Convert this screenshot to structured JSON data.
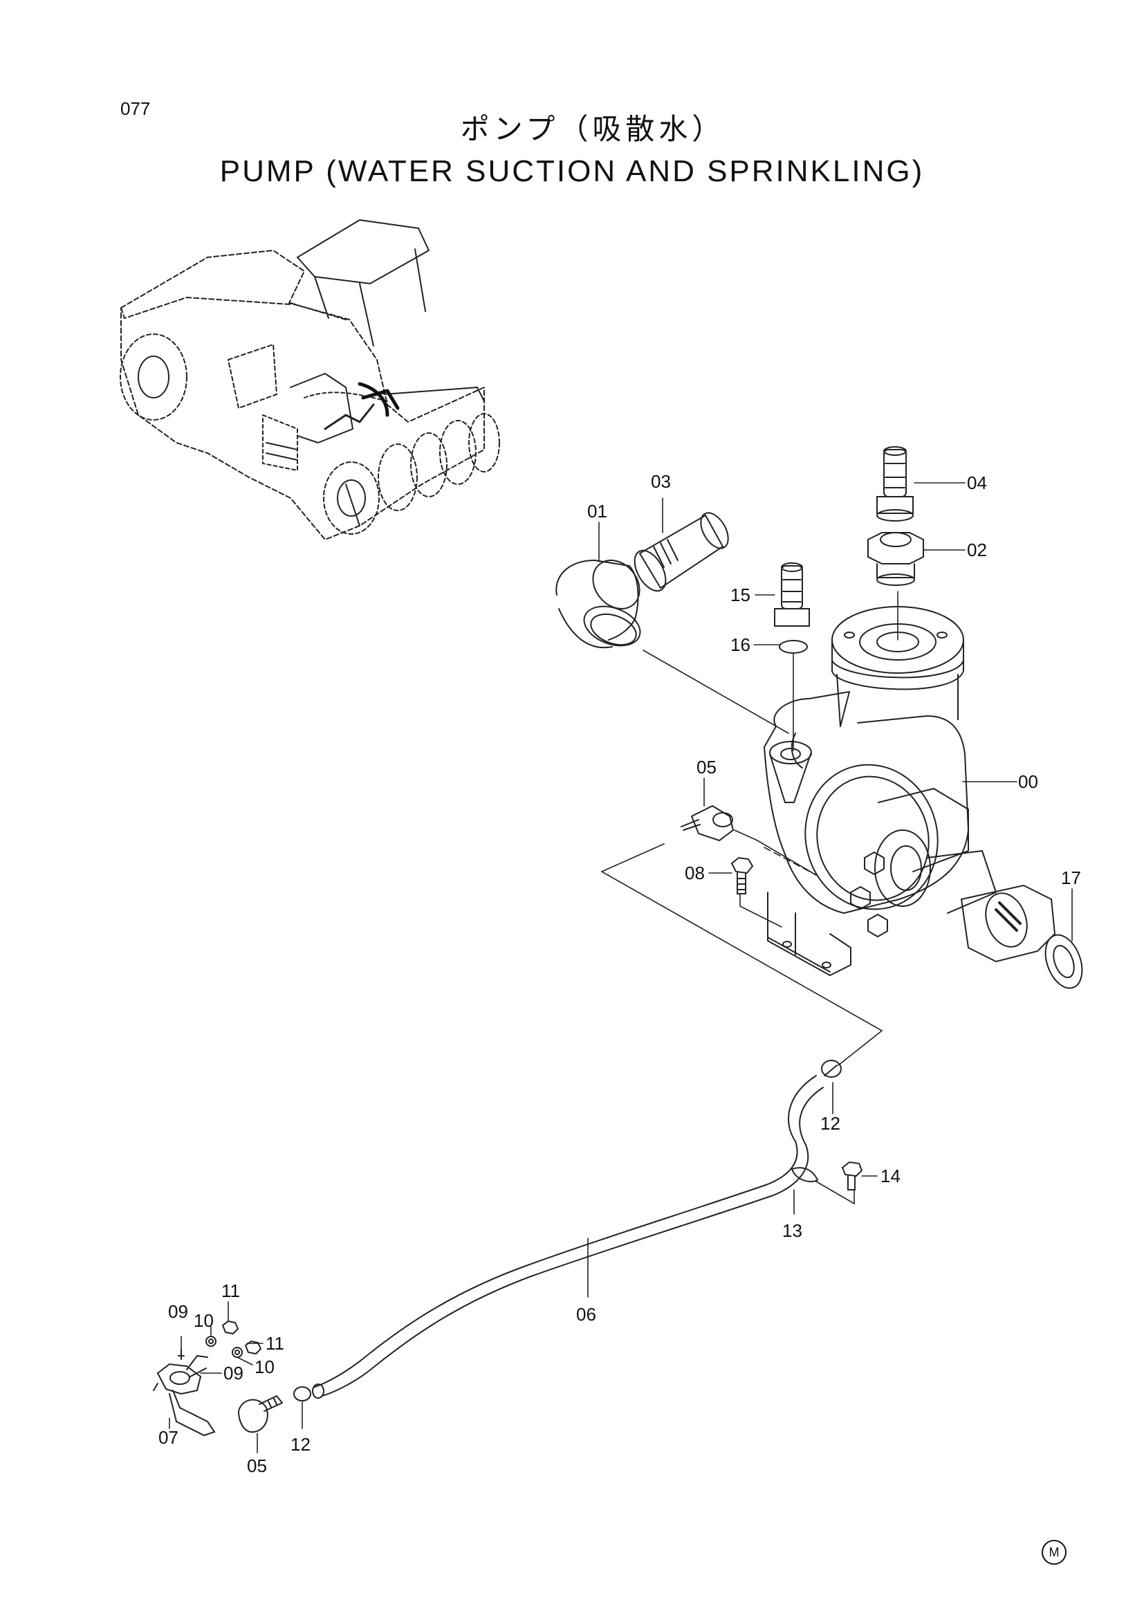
{
  "page_number": "077",
  "title_ja": "ポンプ（吸散水）",
  "title_en": "PUMP (WATER SUCTION AND SPRINKLING)",
  "manufacturer_mark": "M",
  "part_labels": [
    "01",
    "03",
    "04",
    "02",
    "15",
    "16",
    "05",
    "00",
    "08",
    "17",
    "12",
    "14",
    "13",
    "06",
    "11",
    "10",
    "09",
    "11",
    "10",
    "09",
    "07",
    "05",
    "12"
  ]
}
